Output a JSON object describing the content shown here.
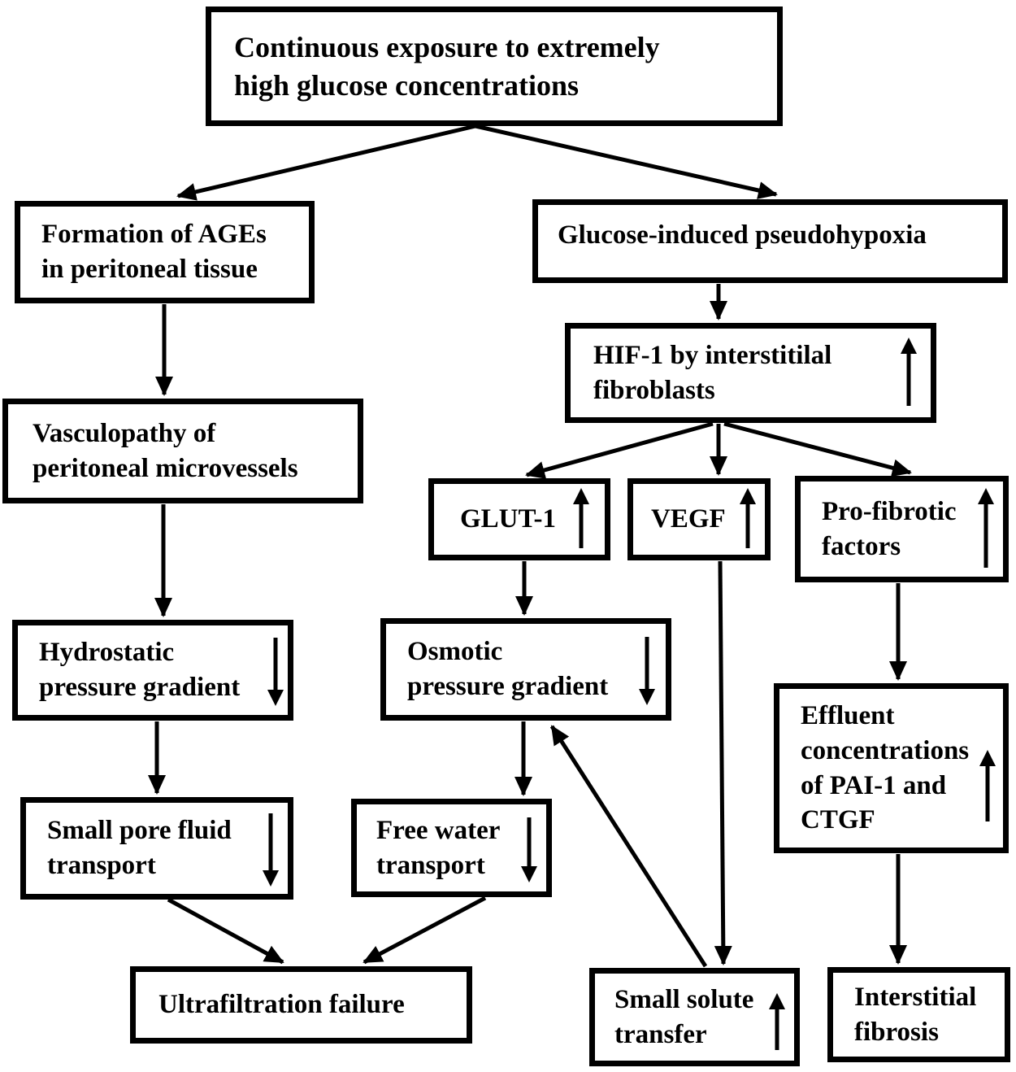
{
  "figure": {
    "type": "flowchart",
    "colors": {
      "background": "#ffffff",
      "box_border": "#000000",
      "text": "#000000",
      "arrow": "#000000"
    },
    "nodes": {
      "exposure": {
        "label": "Continuous exposure to extremely\nhigh glucose concentrations",
        "indicator": null
      },
      "ages": {
        "label": "Formation of AGEs\nin peritoneal tissue",
        "indicator": null
      },
      "pseudohypoxia": {
        "label": "Glucose-induced pseudohypoxia",
        "indicator": null
      },
      "hif1": {
        "label": "HIF-1 by interstitilal\nfibroblasts",
        "indicator": "up-arrow"
      },
      "vasculopathy": {
        "label": "Vasculopathy of\nperitoneal microvessels",
        "indicator": null
      },
      "glut1": {
        "label": "GLUT-1",
        "indicator": "up-arrow"
      },
      "vegf": {
        "label": "VEGF",
        "indicator": "up-arrow"
      },
      "profibrotic": {
        "label": "Pro-fibrotic\nfactors",
        "indicator": "up-arrow"
      },
      "hydrostatic": {
        "label": "Hydrostatic\npressure gradient",
        "indicator": "down-arrow"
      },
      "osmotic": {
        "label": "Osmotic\npressure gradient",
        "indicator": "down-arrow"
      },
      "effluent": {
        "label": "Effluent\nconcentrations\nof PAI-1 and\nCTGF",
        "indicator": "up-arrow"
      },
      "small-pore": {
        "label": "Small pore fluid\ntransport",
        "indicator": "down-arrow"
      },
      "free-water": {
        "label": "Free water\ntransport",
        "indicator": "down-arrow"
      },
      "ultrafiltration": {
        "label": "Ultrafiltration failure",
        "indicator": null
      },
      "small-solute": {
        "label": "Small solute\ntransfer",
        "indicator": "up-arrow"
      },
      "interstitial": {
        "label": "Interstitial\nfibrosis",
        "indicator": null
      }
    },
    "edges": [
      {
        "from": "exposure",
        "to": "ages"
      },
      {
        "from": "exposure",
        "to": "pseudohypoxia"
      },
      {
        "from": "ages",
        "to": "vasculopathy"
      },
      {
        "from": "vasculopathy",
        "to": "hydrostatic"
      },
      {
        "from": "hydrostatic",
        "to": "small-pore"
      },
      {
        "from": "small-pore",
        "to": "ultrafiltration"
      },
      {
        "from": "free-water",
        "to": "ultrafiltration"
      },
      {
        "from": "pseudohypoxia",
        "to": "hif1"
      },
      {
        "from": "hif1",
        "to": "glut1"
      },
      {
        "from": "hif1",
        "to": "vegf"
      },
      {
        "from": "hif1",
        "to": "profibrotic"
      },
      {
        "from": "glut1",
        "to": "osmotic"
      },
      {
        "from": "osmotic",
        "to": "free-water"
      },
      {
        "from": "vegf",
        "to": "small-solute"
      },
      {
        "from": "small-solute",
        "to": "osmotic"
      },
      {
        "from": "profibrotic",
        "to": "effluent"
      },
      {
        "from": "effluent",
        "to": "interstitial"
      }
    ]
  }
}
